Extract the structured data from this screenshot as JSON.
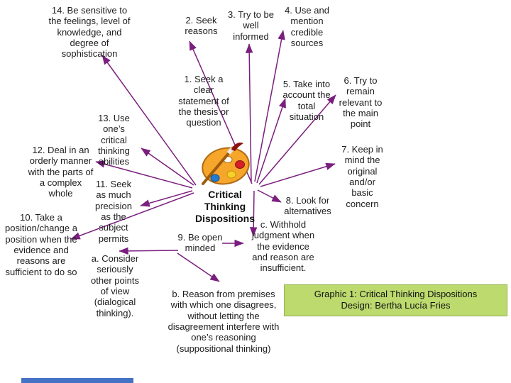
{
  "title": "Critical Thinking Dispositions",
  "colors": {
    "arrow": "#7a1f7e",
    "caption_bg": "#bcda6e",
    "caption_border": "#94b14c",
    "bottom_bar": "#4472c4",
    "palette_body": "#f5a62b"
  },
  "center": {
    "label": "Critical\nThinking\nDispositions",
    "icon": "paint-palette-icon"
  },
  "labels": {
    "n1": "1. Seek a\nclear\nstatement of\nthe thesis or\nquestion",
    "n2": "2. Seek\nreasons",
    "n3": "3. Try to be\nwell\ninformed",
    "n4": "4. Use and\nmention\ncredible\nsources",
    "n5": "5. Take into\naccount the\ntotal\nsituation",
    "n6": "6. Try to\nremain\nrelevant to\nthe main\npoint",
    "n7": "7. Keep in\nmind the\noriginal\nand/or\nbasic\nconcern",
    "n8": "8. Look for\nalternatives",
    "n9": "9. Be open\nminded",
    "n10": "10. Take a\nposition/change a\nposition when the\nevidence and\nreasons are\nsufficient to do so",
    "n11": "11. Seek\nas much\nprecision\nas the\nsubject\npermits",
    "n12": "12. Deal in an\norderly manner\nwith the parts of\na complex\nwhole",
    "n13": "13. Use\none’s\ncritical\nthinking\nabilities",
    "n14": "14. Be sensitive to\nthe feelings, level of\nknowledge, and\ndegree of\nsophistication",
    "a": "a. Consider\nseriously\nother points\nof view\n(dialogical\nthinking).",
    "b": "b. Reason from premises\nwith which one disagrees,\nwithout letting the\ndisagreement interfere with\none’s reasoning\n(suppositional thinking)",
    "c": "c. Withhold\njudgment when\nthe evidence\nand reason are\ninsufficient."
  },
  "caption": {
    "text": "Graphic 1: Critical Thinking Dispositions\nDesign: Bertha Lucía Fries"
  }
}
